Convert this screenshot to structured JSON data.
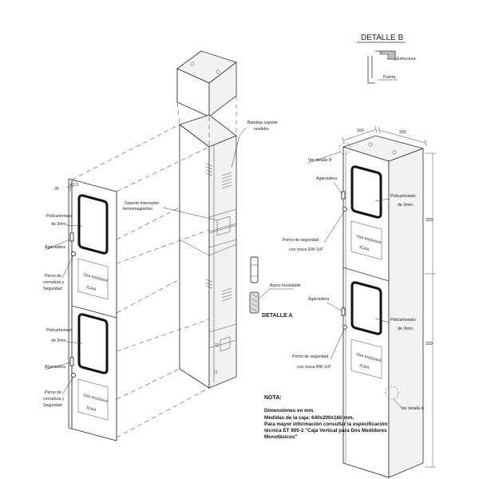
{
  "labels": {
    "detalle_b": "DETALLE B",
    "estructura": "Estructura",
    "puerta": "Puerta",
    "dim_160": "160",
    "dim_200": "200",
    "dim_320_top": "320",
    "dim_320_bottom": "320",
    "dim_35": "35",
    "dim_42_5": "42.5",
    "ver_detalle_b": "Ver detalle B",
    "ver_detalle_a": "Ver detalle A",
    "bandeja_line1": "Bandeja soporte",
    "bandeja_line2": "medidor",
    "soporte_line1": "Soporte interruptor",
    "soporte_line2": "termomagnético",
    "acero": "Acero Inoxidable",
    "detalle_a": "DETALLE A",
    "policarbonato_l1_a": "Policarbonato",
    "policarbonato_l1_b": "de 3mm.",
    "agarradera_l1": "Agarradera",
    "perno_cerradura_a": "Perno de",
    "perno_cerradura_b": "cerradura y",
    "perno_cerradura_c": "Seguridad",
    "policarbonato_l2_a": "Policarbonato",
    "policarbonato_l2_b": "de 3mm.",
    "agarradera_l2": "Agarradera",
    "perno_cerradura2_a": "Perno de",
    "perno_cerradura2_b": "cerradura y",
    "perno_cerradura2_c": "Seguridad",
    "agarradera_r1": "Agarradera",
    "policarbonato_r1_a": "Policarbonato",
    "policarbonato_r1_b": "de 3mm.",
    "perno_seg_r1_a": "Perno de seguridad",
    "perno_seg_r1_b": "con rosca RW 1/4\"",
    "agarradera_r2": "Agarradera",
    "policarbonato_r2_a": "Policarbonato",
    "policarbonato_r2_b": "de 3mm.",
    "perno_seg_r2_a": "Perno de seguridad",
    "perno_seg_r2_b": "con rosca RW 1/4\""
  },
  "note": {
    "title": "NOTA:",
    "line1": "Dimensiones en mm.",
    "line2": "Medidas de la caja: 640x200x160 mm.",
    "line3": "Para mayor información consultar la especificación",
    "line4": "técnica ET 905-2 \"Caja Vertical para Dos Medidores",
    "line5": "Monofásicos\""
  }
}
